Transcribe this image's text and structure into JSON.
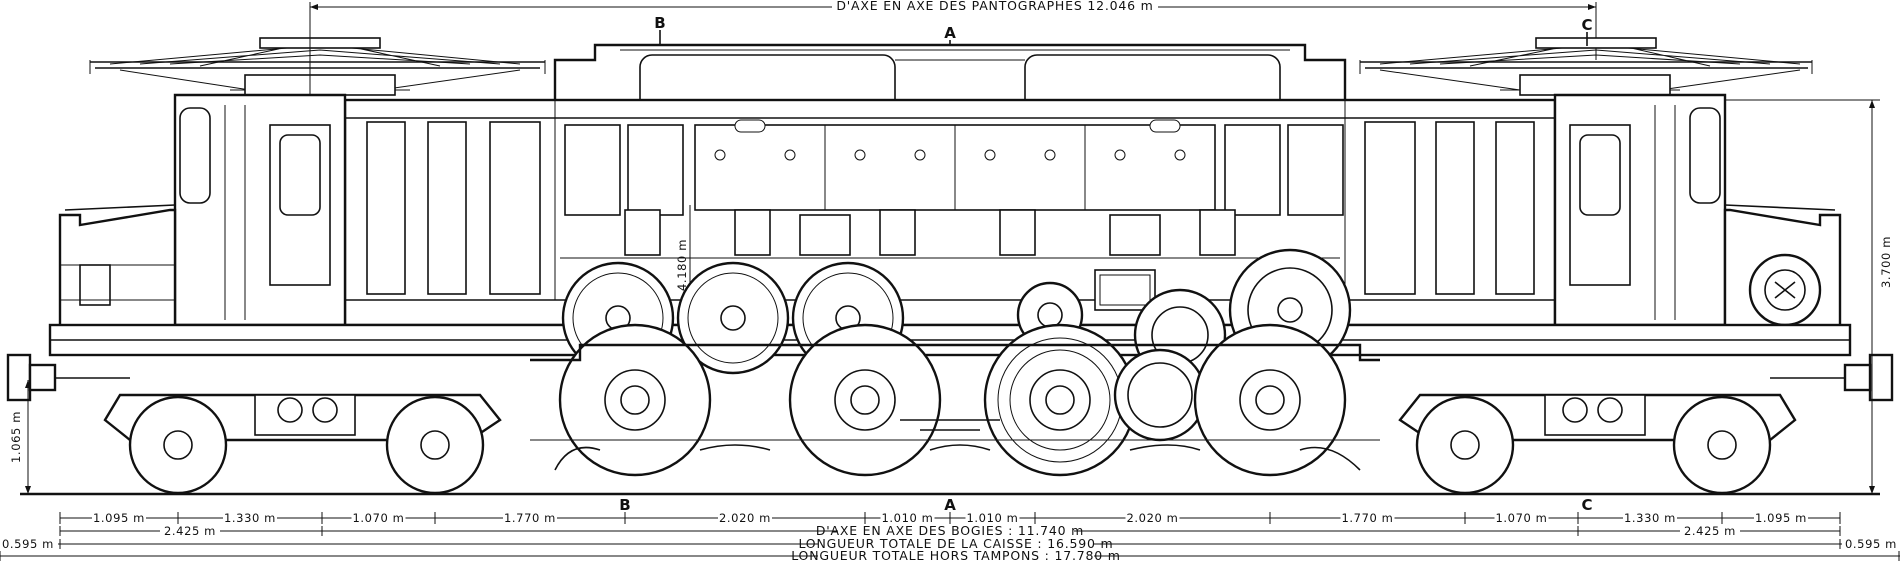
{
  "dimensions": {
    "pantograph_axes": "D'AXE EN AXE DES PANTOGRAPHES  12.046 m",
    "bogie_axes": "D'AXE EN AXE DES BOGIES : 11.740 m",
    "body_length": "LONGUEUR TOTALE DE LA CAISSE : 16.590 m",
    "length_over_buffers": "LONGUEUR TOTALE HORS TAMPONS : 17.780 m",
    "height_4180": "4.180 m",
    "height_3700": "3.700 m",
    "height_1065": "1.065 m",
    "row1": [
      "1.095 m",
      "1.330 m",
      "1.070 m",
      "1.770 m",
      "2.020 m",
      "1.010 m",
      "1.010 m",
      "2.020 m",
      "1.770 m",
      "1.070 m",
      "1.330 m",
      "1.095 m"
    ],
    "row2_left": "2.425 m",
    "row2_right": "2.425 m",
    "overhang_left": "0.595 m",
    "overhang_right": "0.595 m"
  },
  "section_marks": {
    "a": "A",
    "b": "B",
    "c": "C"
  }
}
